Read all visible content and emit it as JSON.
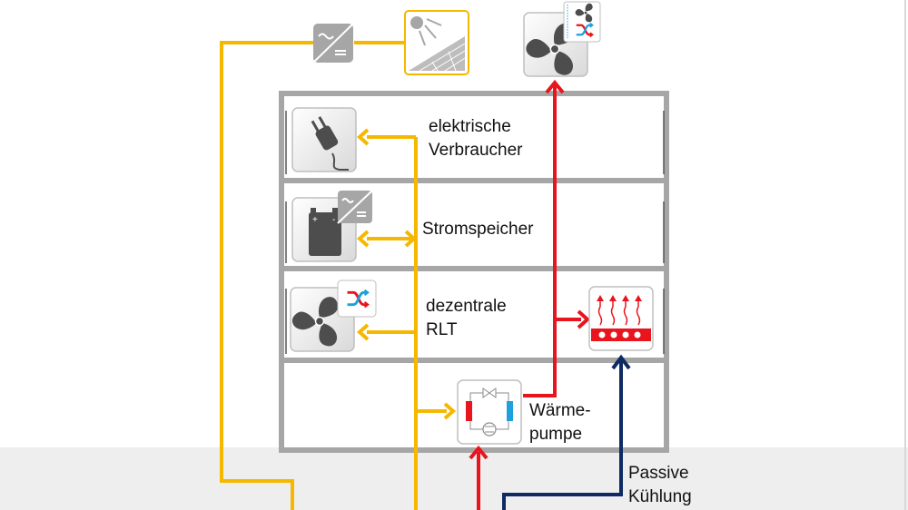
{
  "labels": {
    "consumers": {
      "line1": "elektrische",
      "line2": "Verbraucher"
    },
    "storage": {
      "line1": "Stromspeicher"
    },
    "ventilation": {
      "line1": "dezentrale",
      "line2": "RLT"
    },
    "heat_pump": {
      "line1": "Wärme-",
      "line2": "pumpe"
    },
    "passive_cooling": {
      "line1": "Passive",
      "line2": "Kühlung"
    }
  },
  "icons": {
    "inverter": "inverter-icon",
    "solar_panel": "solar-panel-icon",
    "central_fan": "fan-with-heat-exchanger-icon",
    "plug": "plug-icon",
    "battery": "battery-with-inverter-icon",
    "local_fan": "fan-with-heat-exchanger-icon",
    "floor_heating": "floor-heating-icon",
    "heat_pump": "heat-pump-icon"
  },
  "colors": {
    "electricity": "#f5b800",
    "heat": "#e8141e",
    "cooling": "#0d2a63",
    "building": "#a6a6a6",
    "exchanger_blue": "#1ea0dc",
    "ground": "#eeeeee"
  }
}
